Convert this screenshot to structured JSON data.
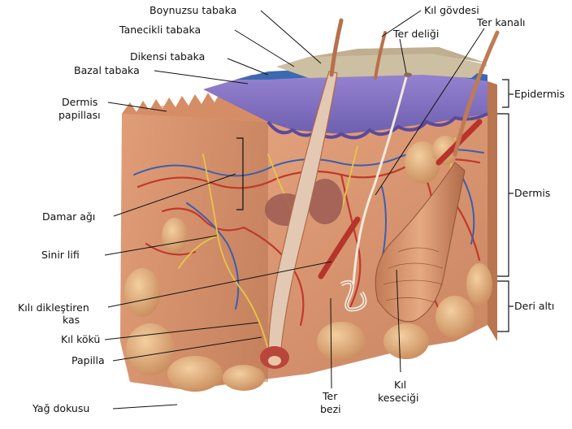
{
  "labels": {
    "boynuzsu_tabaka": "Boynuzsu tabaka",
    "kil_govdesi": "Kıl gövdesi",
    "tanecikli_tabaka": "Tanecikli tabaka",
    "ter_deligi": "Ter deliği",
    "ter_kanali": "Ter kanalı",
    "dikensi_tabaka": "Dikensi tabaka",
    "bazal_tabaka": "Bazal tabaka",
    "dermis_papillasi_1": "Dermis",
    "dermis_papillasi_2": "papillası",
    "epidermis": "Epidermis",
    "dermis": "Dermis",
    "damar_agi": "Damar ağı",
    "sinir_lifi": "Sinir lifi",
    "kili_diklestiren_kas_1": "Kılı dikleştiren",
    "kili_diklestiren_kas_2": "kas",
    "kil_koku": "Kıl kökü",
    "papilla": "Papilla",
    "yag_dokusu": "Yağ dokusu",
    "ter_bezi_1": "Ter",
    "ter_bezi_2": "bezi",
    "kil_keseci_1": "Kıl",
    "kil_keseci_2": "keseciği",
    "deri_alti": "Deri altı"
  },
  "colors": {
    "skin": "#e6a07a",
    "skin_dark": "#c9805c",
    "epidermis_purple": "#8a78c4",
    "epidermis_blue": "#3d6fb5",
    "horny_layer": "#cfc3a8",
    "vessel_red": "#c0392b",
    "vessel_blue": "#3a5fb0",
    "nerve_yellow": "#e8c84a",
    "fat": "#e0b080"
  }
}
